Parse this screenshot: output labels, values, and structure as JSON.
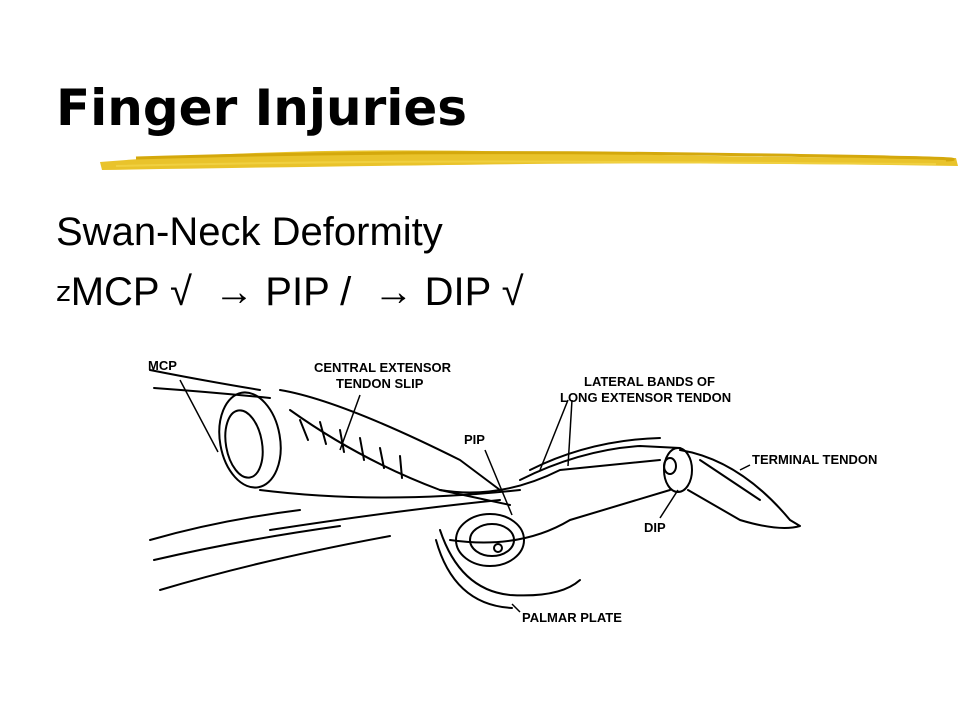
{
  "slide": {
    "title": "Finger Injuries",
    "subtitle": "Swan-Neck Deformity",
    "bullet": {
      "marker": "z",
      "text": "MCP √  → PIP /  → DIP √"
    }
  },
  "figure": {
    "labels": {
      "mcp": "MCP",
      "central_1": "CENTRAL EXTENSOR",
      "central_2": "TENDON SLIP",
      "lateral_1": "LATERAL BANDS OF",
      "lateral_2": "LONG EXTENSOR TENDON",
      "pip": "PIP",
      "terminal": "TERMINAL TENDON",
      "dip": "DIP",
      "palmar": "PALMAR PLATE"
    }
  },
  "colors": {
    "accent_underline": "#e8c020",
    "ink": "#000000"
  }
}
